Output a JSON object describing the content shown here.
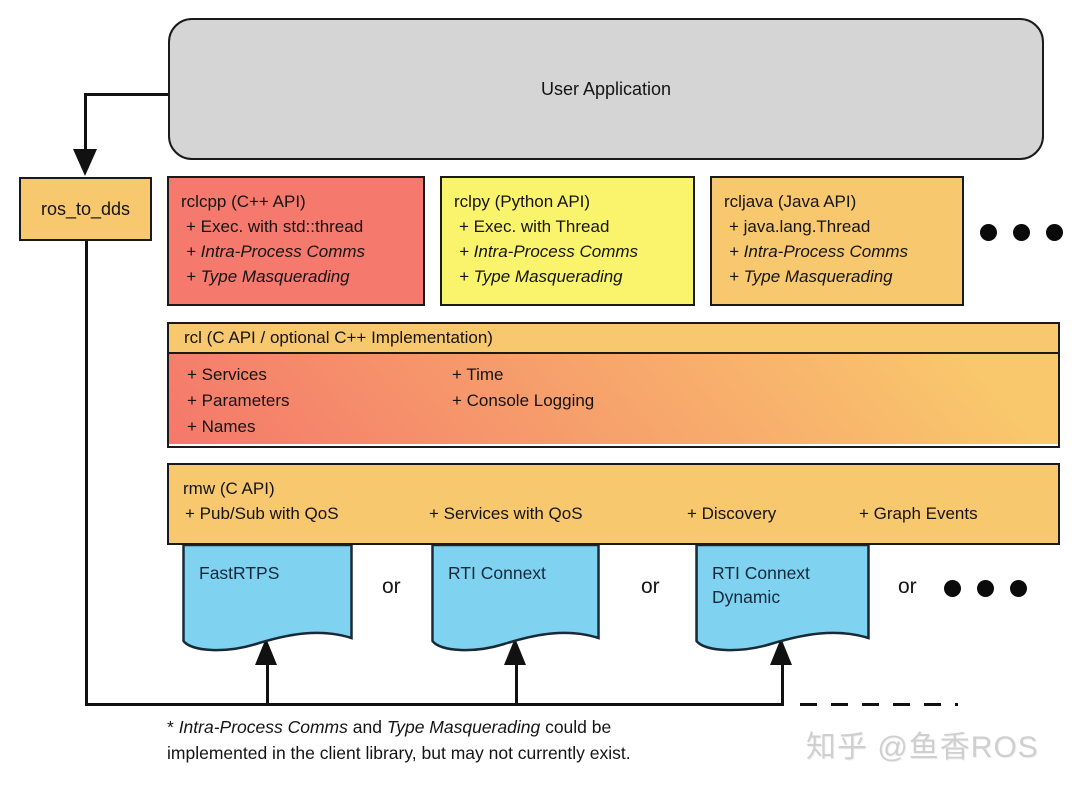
{
  "user_application": {
    "label": "User Application"
  },
  "ros_to_dds": {
    "label": "ros_to_dds"
  },
  "api_boxes": [
    {
      "title": "rclcpp (C++ API)",
      "items": [
        "+ Exec. with std::thread",
        "+ Intra-Process Comms",
        "+ Type Masquerading"
      ],
      "color": "#f5796d"
    },
    {
      "title": "rclpy (Python API)",
      "items": [
        "+ Exec. with Thread",
        "+ Intra-Process Comms",
        "+ Type Masquerading"
      ],
      "color": "#faf46c"
    },
    {
      "title": "rcljava (Java API)",
      "items": [
        "+ java.lang.Thread",
        "+ Intra-Process Comms",
        "+ Type Masquerading"
      ],
      "color": "#f7c86e"
    }
  ],
  "rcl": {
    "title": "rcl (C API / optional C++ Implementation)",
    "features_col1": [
      "+ Services",
      "+ Parameters",
      "+ Names"
    ],
    "features_col2": [
      "+ Time",
      "+ Console Logging"
    ]
  },
  "rmw": {
    "title": "rmw (C API)",
    "features": [
      "+ Pub/Sub with QoS",
      "+ Services with QoS",
      "+ Discovery",
      "+ Graph Events"
    ]
  },
  "dds_implementations": [
    {
      "label": "FastRTPS"
    },
    {
      "label": "RTI Connext"
    },
    {
      "label": "RTI Connext Dynamic"
    }
  ],
  "or_label": "or",
  "footnote": {
    "prefix": "* ",
    "term1": "Intra-Process Comms",
    "mid": " and ",
    "term2": "Type Masquerading",
    "suffix": " could be",
    "line2": "implemented in the client library, but may not currently exist."
  },
  "watermark": "知乎 @鱼香ROS",
  "colors": {
    "orange": "#f7c86e",
    "red": "#f5796d",
    "yellow": "#faf46c",
    "blue": "#7fd3f1",
    "gray": "#d5d5d5",
    "rcl_gradient_start": "#f4786b",
    "rcl_gradient_end": "#f9c76c"
  }
}
